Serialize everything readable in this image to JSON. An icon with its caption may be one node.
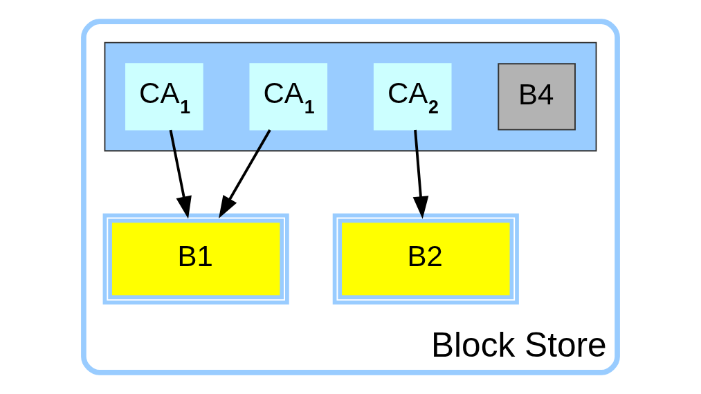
{
  "diagram": {
    "nodes": [
      {
        "text": [
          "Block Store"
        ]
      },
      {
        "text": [],
        "shape": "box",
        "in": 0
      },
      {
        "text": [
          "B4"
        ],
        "in": 1
      },
      {
        "text": [
          "CA$_{1}$"
        ],
        "in": 1
      },
      {
        "text": [
          "CA$_{2}$"
        ],
        "in": 1
      },
      {
        "text": [
          "CA$_{1}$"
        ],
        "in": 1
      },
      {
        "text": [
          "B1"
        ],
        "in": 0
      },
      {
        "text": [
          "B2"
        ],
        "in": 0
      }
    ],
    "edges": [
      {
        "from": 3,
        "to": 6,
        "arrow": "to"
      },
      {
        "from": 5,
        "to": 6,
        "arrow": "to"
      },
      {
        "from": 4,
        "to": 7,
        "arrow": "to"
      }
    ]
  }
}
